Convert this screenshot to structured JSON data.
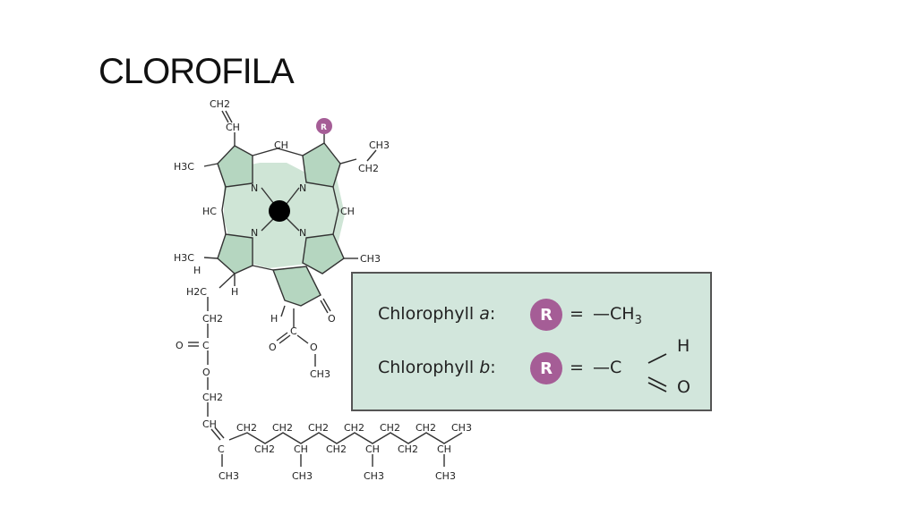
{
  "slide": {
    "title": "CLOROFILA"
  },
  "molecule": {
    "labels": {
      "ch2_top": "CH2",
      "ch_vinyl": "CH",
      "ch_bridge_top": "CH",
      "r_group": "R",
      "ch3_top_right": "CH3",
      "ch2_top_right": "CH2",
      "h3c_left": "H3C",
      "n1": "N",
      "n2": "N",
      "n3": "N",
      "n4": "N",
      "hc_left": "HC",
      "ch_right": "CH",
      "h3c_lower_left": "H3C",
      "h_lower_left": "H",
      "ch3_lower_right": "CH3",
      "h2c_chain": "H2C",
      "h_chain": "H",
      "ch2_chain": "CH2",
      "h_ring5": "H",
      "o_ketone": "O",
      "o_ester_left": "O",
      "c_ester_left": "C",
      "o_ester_right_a": "O",
      "c_ester_right": "C",
      "o_ester_right_b": "O",
      "o_chain": "O",
      "ch3_methyl_ester": "CH3",
      "ch2_phytol": "CH2",
      "ch_phytol": "CH",
      "c_phytol": "C",
      "ch3_phytol_1": "CH3",
      "tail_ch2_1": "CH2",
      "tail_ch2_2": "CH2",
      "tail_ch2_3": "CH2",
      "tail_ch2_4": "CH2",
      "tail_ch2_5": "CH2",
      "tail_ch2_6": "CH2",
      "tail_ch2_7": "CH2",
      "tail_ch2_8": "CH2",
      "tail_ch2_9": "CH2",
      "tail_ch3_end": "CH3",
      "tail_ch_1": "CH",
      "tail_ch_2": "CH",
      "tail_ch_3": "CH",
      "tail_ch3_1": "CH3",
      "tail_ch3_2": "CH3",
      "tail_ch3_3": "CH3"
    }
  },
  "legend": {
    "row_a": {
      "name": "Chlorophyll ",
      "letter": "a",
      "colon": ":",
      "badge": "R",
      "equals": "=",
      "group": "—CH",
      "sub": "3"
    },
    "row_b": {
      "name": "Chlorophyll ",
      "letter": "b",
      "colon": ":",
      "badge": "R",
      "equals": "=",
      "group": "—C",
      "h": "H",
      "o": "O"
    }
  },
  "colors": {
    "ring_fill": "#b5d6c0",
    "badge": "#a55d96",
    "legend_bg": "#d2e6dc",
    "metal": "#000000"
  }
}
